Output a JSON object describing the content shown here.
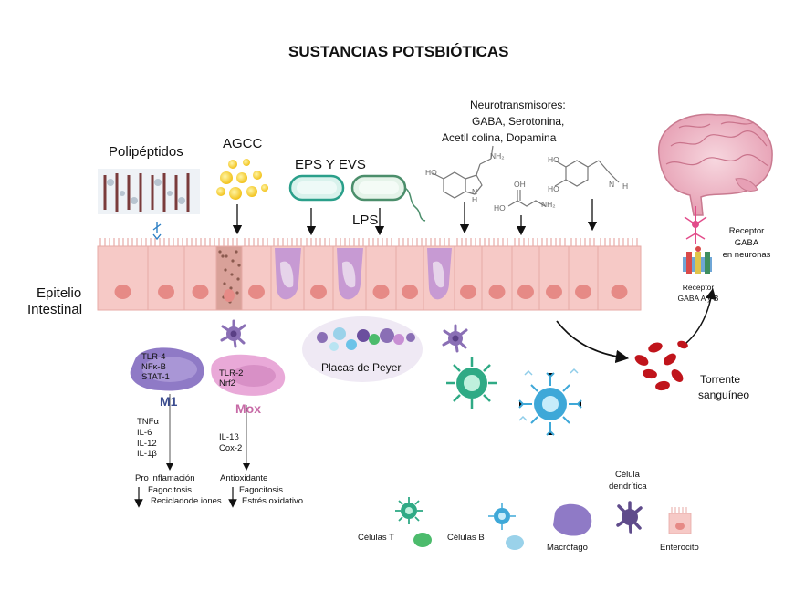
{
  "title": "SUSTANCIAS POTSBIÓTICAS",
  "top_labels": {
    "polipeptidos": "Polipéptidos",
    "agcc": "AGCC",
    "eps_evs": "EPS Y  EVS",
    "lps": "LPS",
    "neuro_line1": "Neurotransmisores:",
    "neuro_line2": "GABA, Serotonina,",
    "neuro_line3": "Acetil colina, Dopamina"
  },
  "epithelium": {
    "line1": "Epitelio",
    "line2": "Intestinal"
  },
  "molecules": {
    "nh2": "NH₂",
    "ho": "HO",
    "oh": "OH",
    "h": "H",
    "n": "N"
  },
  "macrophage_m1": {
    "markers": [
      "TLR-4",
      "NFκ-B",
      "STAT-1"
    ],
    "name": "M1",
    "cytokines": [
      "TNFα",
      "IL-6",
      "IL-12",
      "IL-1β"
    ],
    "effects": [
      "Pro inflamación",
      "Fagocitosis",
      "Recicladode iones"
    ]
  },
  "macrophage_mox": {
    "markers": [
      "TLR-2",
      "Nrf2"
    ],
    "name": "Mox",
    "cytokines": [
      "IL-1β",
      "Cox-2"
    ],
    "effects": [
      "Antioxidante",
      "Fagocitosis",
      "Estrés oxidativo"
    ]
  },
  "peyer": "Placas de Peyer",
  "bloodstream": {
    "line1": "Torrente",
    "line2": "sanguíneo"
  },
  "gaba_neurons": {
    "line1": "Receptor",
    "line2": "GABA",
    "line3": "en neuronas"
  },
  "gaba_ab": {
    "line1": "Receptor",
    "line2": "GABA  A y B"
  },
  "legend": {
    "t_cells": "Células T",
    "b_cells": "Células B",
    "macrophage": "Macrófago",
    "dendritic_line1": "Célula",
    "dendritic_line2": "dendrítica",
    "enterocyte": "Enterocito"
  },
  "colors": {
    "enterocyte": "#f6c9c6",
    "enterocyte_nucleus": "#e68a86",
    "goblet": "#c79ad3",
    "m1": "#8f7ac6",
    "mox": "#e9a9d8",
    "rbc": "#c0141b",
    "t_cell": "#2faa85",
    "b_cell": "#3ea8d8"
  }
}
